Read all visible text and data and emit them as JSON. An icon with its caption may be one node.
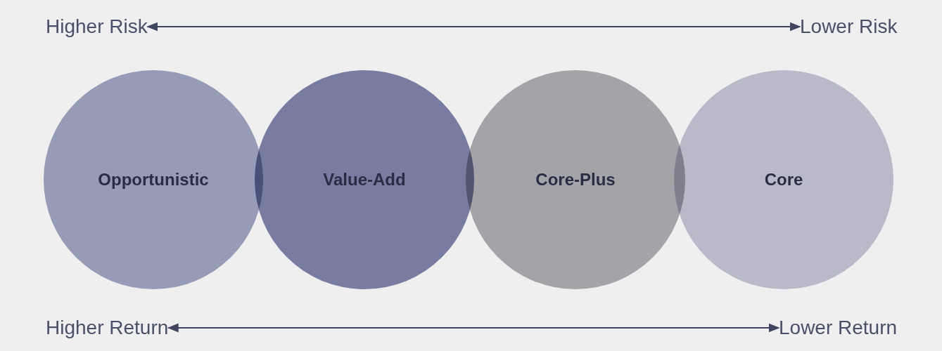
{
  "diagram": {
    "nodes": [
      {
        "text": [
          "Higher Risk"
        ]
      },
      {
        "text": [
          "Lower Risk"
        ]
      },
      {
        "text": [
          "Opportunistic"
        ]
      },
      {
        "text": [
          "Value-Add"
        ]
      },
      {
        "text": [
          "Core-Plus"
        ]
      },
      {
        "text": [
          "Core"
        ]
      },
      {
        "text": [
          "Higher Return"
        ]
      },
      {
        "text": [
          "Lower Return"
        ]
      }
    ],
    "edges": [
      {
        "from": 0,
        "to": 1,
        "arrow": "both"
      },
      {
        "from": 6,
        "to": 7,
        "arrow": "both"
      }
    ]
  }
}
